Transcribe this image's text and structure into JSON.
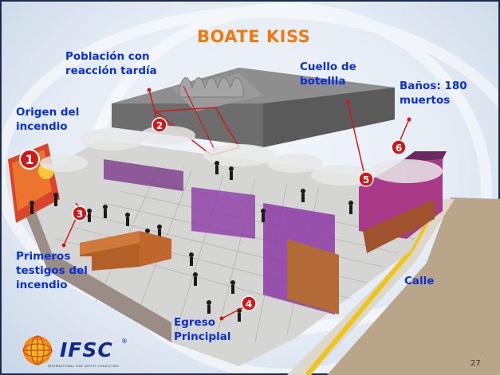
{
  "title": "BOATE KISS",
  "page_number": "27",
  "logo": {
    "text": "IFSC",
    "subtitle": "INTERNATIONAL FIRE SAFETY CONSULTING",
    "registered": "®"
  },
  "labels": {
    "origen": [
      "Origen del",
      "incendio"
    ],
    "poblacion": [
      "Población con",
      "reacción tardía"
    ],
    "cuello": [
      "Cuello de",
      "botellla"
    ],
    "banos": [
      "Baños:  180",
      "muertos"
    ],
    "primeros": [
      "Primeros",
      "testigos del",
      "incendio"
    ],
    "calle": [
      "Calle"
    ],
    "egreso": [
      "Egreso",
      "Principlal"
    ]
  },
  "markers": [
    "1",
    "2",
    "3",
    "4",
    "5",
    "6"
  ],
  "colors": {
    "title": "#f07a10",
    "label": "#0a2fd6",
    "marker": "#d01818",
    "wall": "#8c3aa6",
    "street": "#b9a58a"
  }
}
